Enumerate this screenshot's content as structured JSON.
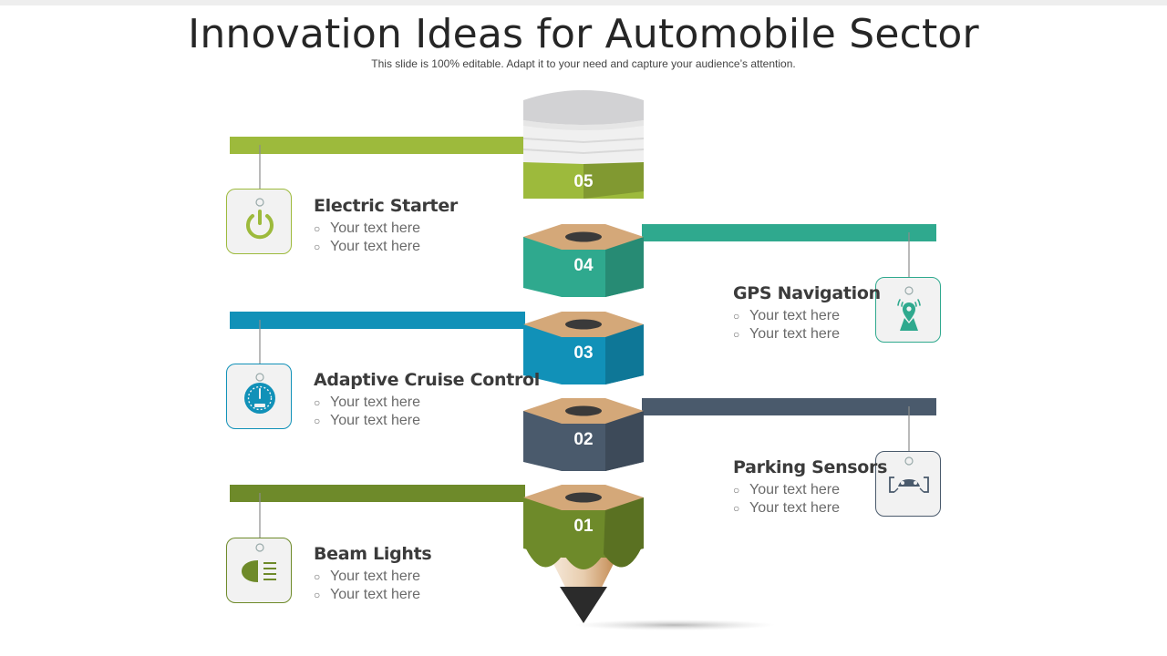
{
  "slide": {
    "title": "Innovation Ideas for Automobile Sector",
    "subtitle": "This slide is 100% editable. Adapt it to your need and capture your audience’s attention."
  },
  "segments": [
    {
      "number": "01",
      "title": "Beam Lights",
      "bullets": [
        "Your text here",
        "Your text here"
      ],
      "color": "#6E8A2A",
      "icon": "beam-lights-icon",
      "side": "left"
    },
    {
      "number": "02",
      "title": "Parking Sensors",
      "bullets": [
        "Your text here",
        "Your text here"
      ],
      "color": "#4A5A6C",
      "icon": "parking-sensor-icon",
      "side": "right"
    },
    {
      "number": "03",
      "title": "Adaptive Cruise Control",
      "bullets": [
        "Your text here",
        "Your text here"
      ],
      "color": "#1191B8",
      "icon": "speedometer-icon",
      "side": "left"
    },
    {
      "number": "04",
      "title": "GPS Navigation",
      "bullets": [
        "Your text here",
        "Your text here"
      ],
      "color": "#2FA98E",
      "icon": "gps-pin-icon",
      "side": "right"
    },
    {
      "number": "05",
      "title": "Electric Starter",
      "bullets": [
        "Your text here",
        "Your text here"
      ],
      "color": "#9DBA3C",
      "icon": "power-icon",
      "side": "left"
    }
  ],
  "colors": {
    "wood": "#D4A879",
    "lead": "#2B2B2B",
    "eraser": "#D2D2D4",
    "ferrule": "#F0F0F0",
    "text_dark": "#3B3B3B"
  }
}
